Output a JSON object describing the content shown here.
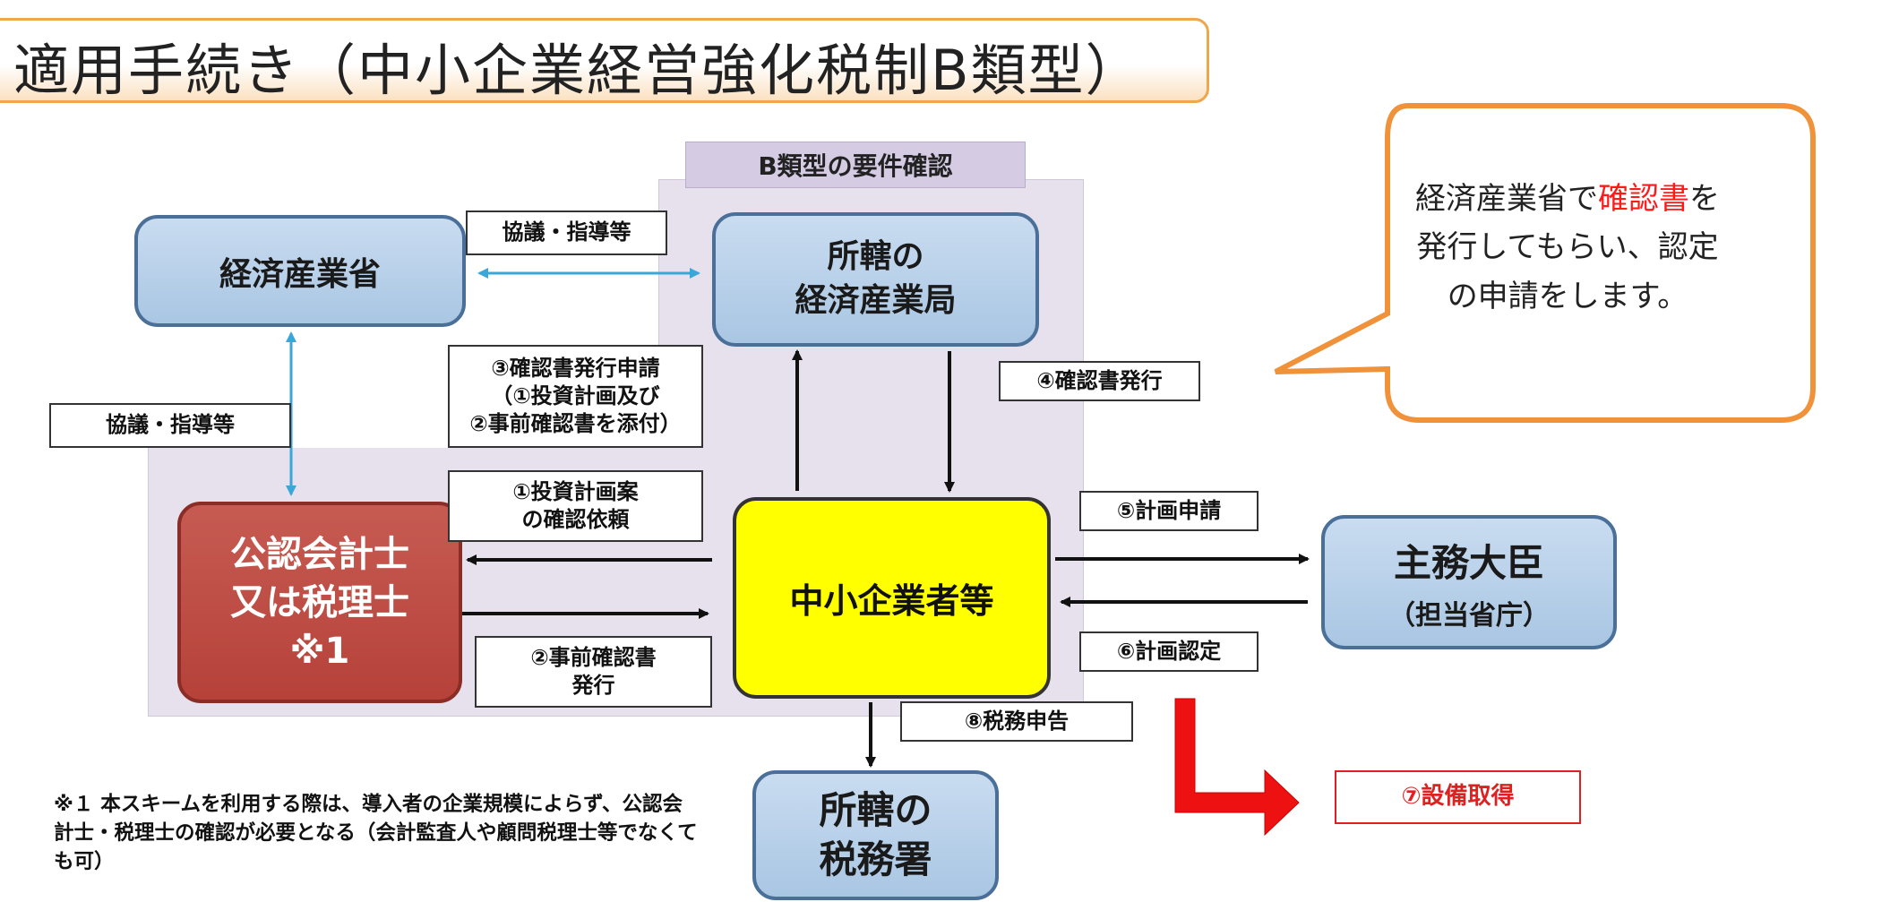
{
  "title": "適用手続き（中小企業経営強化税制B類型）",
  "panel_label": "B類型の要件確認",
  "nodes": {
    "meti": "経済産業省",
    "bureau_line1": "所轄の",
    "bureau_line2": "経済産業局",
    "cpa_line1": "公認会計士",
    "cpa_line2": "又は税理士",
    "cpa_line3": "※1",
    "sme": "中小企業者等",
    "minister": "主務大臣",
    "minister_sub": "（担当省庁）",
    "tax_office_line1": "所轄の",
    "tax_office_line2": "税務署"
  },
  "labels": {
    "consult_top": "協議・指導等",
    "consult_left": "協議・指導等",
    "apply3_line1": "③確認書発行申請",
    "apply3_line2": "（①投資計画及び",
    "apply3_line3": "②事前確認書を添付）",
    "issue4": "④確認書発行",
    "request1_line1": "①投資計画案",
    "request1_line2": "の確認依頼",
    "pre2_line1": "②事前確認書",
    "pre2_line2": "発行",
    "plan5": "⑤計画申請",
    "cert6": "⑥計画認定",
    "tax8": "⑧税務申告",
    "equip7": "⑦設備取得"
  },
  "footnote": "※１ 本スキームを利用する際は、導入者の企業規模によらず、公認会計士・税理士の確認が必要となる（会計監査人や顧問税理士等でなくても可）",
  "callout": {
    "line1_before": "経済産業省で",
    "line1_highlight": "確認書",
    "line1_after": "を",
    "line2": "発行してもらい、認定",
    "line3": "の申請をします。"
  },
  "colors": {
    "title_border": "#f0a64a",
    "callout_border": "#f0923a",
    "highlight_red": "#ff1a1a",
    "blue_node": "#a9c6e3",
    "cpa_node": "#b6423a",
    "sme_node": "#ffff00",
    "arrow_cyan": "#3ba6d8",
    "big_arrow_red": "#ee1111"
  }
}
